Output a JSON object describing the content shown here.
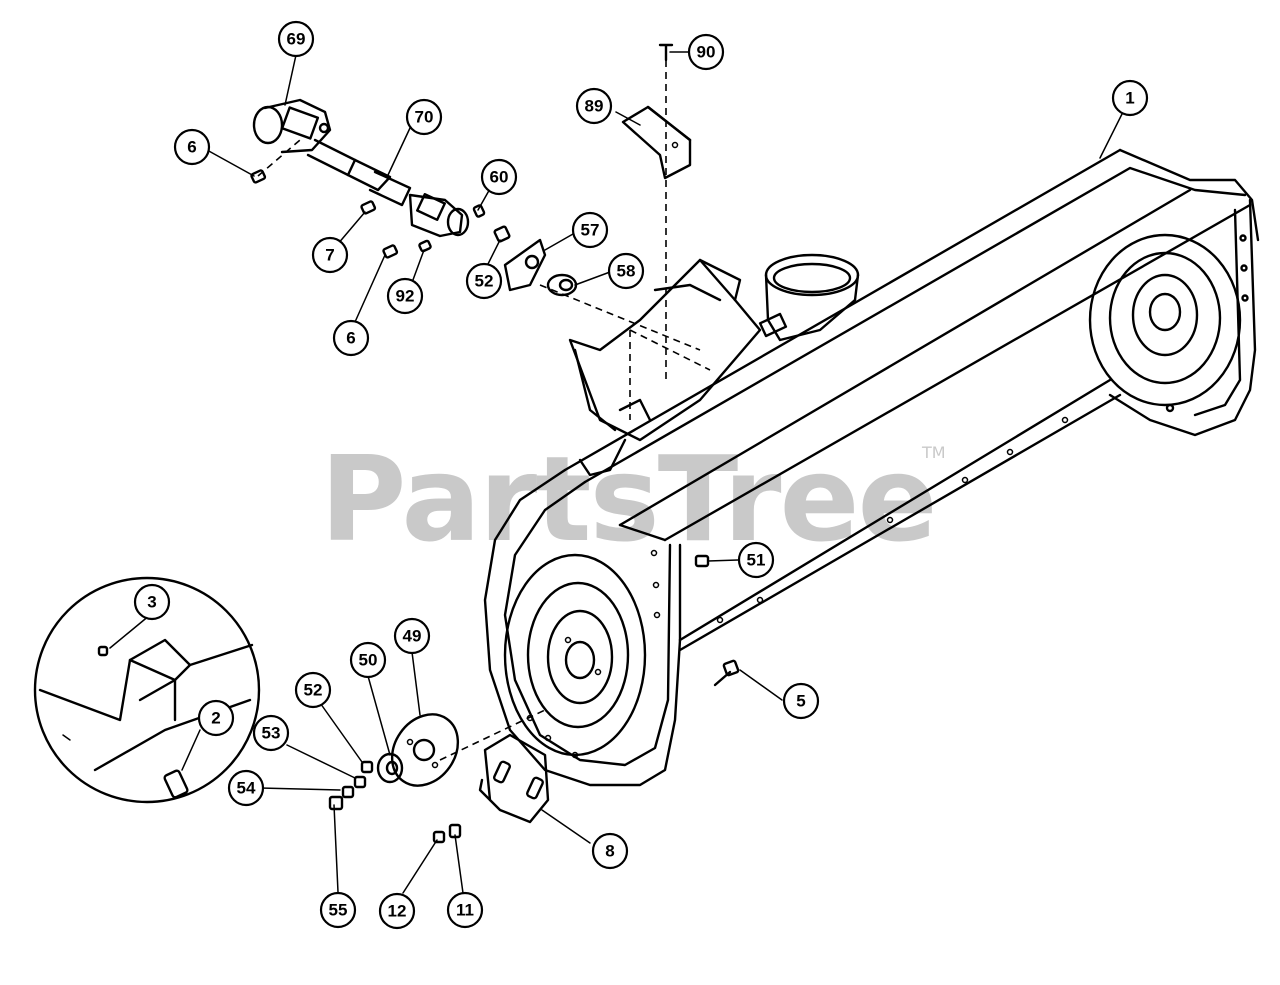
{
  "watermark": {
    "text": "PartsTree",
    "trademark": "TM"
  },
  "callouts": [
    {
      "id": "c69",
      "label": "69"
    },
    {
      "id": "c6a",
      "label": "6"
    },
    {
      "id": "c70",
      "label": "70"
    },
    {
      "id": "c60",
      "label": "60"
    },
    {
      "id": "c7",
      "label": "7"
    },
    {
      "id": "c57",
      "label": "57"
    },
    {
      "id": "c52a",
      "label": "52"
    },
    {
      "id": "c58",
      "label": "58"
    },
    {
      "id": "c92",
      "label": "92"
    },
    {
      "id": "c6b",
      "label": "6"
    },
    {
      "id": "c90",
      "label": "90"
    },
    {
      "id": "c89",
      "label": "89"
    },
    {
      "id": "c1",
      "label": "1"
    },
    {
      "id": "c51",
      "label": "51"
    },
    {
      "id": "c3",
      "label": "3"
    },
    {
      "id": "c2",
      "label": "2"
    },
    {
      "id": "c49",
      "label": "49"
    },
    {
      "id": "c50",
      "label": "50"
    },
    {
      "id": "c52b",
      "label": "52"
    },
    {
      "id": "c53",
      "label": "53"
    },
    {
      "id": "c54",
      "label": "54"
    },
    {
      "id": "c5",
      "label": "5"
    },
    {
      "id": "c8",
      "label": "8"
    },
    {
      "id": "c55",
      "label": "55"
    },
    {
      "id": "c12",
      "label": "12"
    },
    {
      "id": "c11",
      "label": "11"
    }
  ]
}
